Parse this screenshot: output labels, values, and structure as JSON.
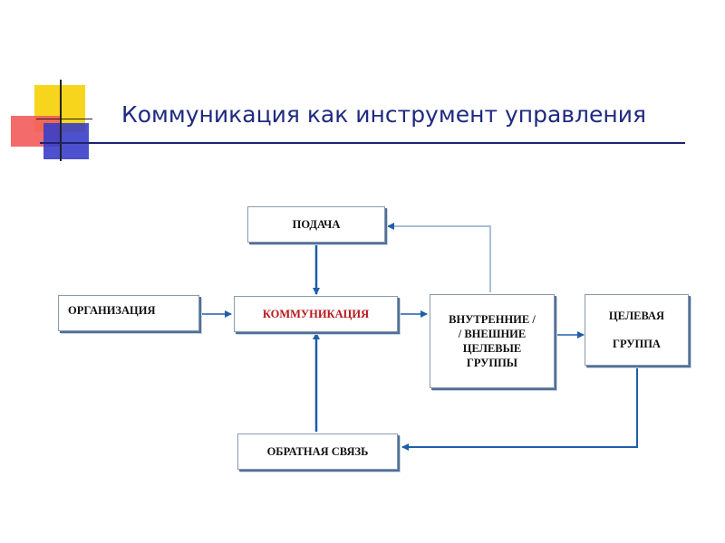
{
  "slide": {
    "title": "Коммуникация как инструмент управления"
  },
  "diagram": {
    "nodes": {
      "podacha": "ПОДАЧА",
      "organizacia": "ОРГАНИЗАЦИЯ",
      "kommunikacia": "КОММУНИКАЦИЯ",
      "vnutrennie_line1": "ВНУТРЕННИЕ /",
      "vnutrennie_line2": "/ ВНЕШНИЕ",
      "vnutrennie_line3": "ЦЕЛЕВЫЕ",
      "vnutrennie_line4": "ГРУППЫ",
      "celevaya_line1": "ЦЕЛЕВАЯ",
      "celevaya_line2": "ГРУППА",
      "obratnaya": "ОБРАТНАЯ СВЯЗЬ"
    },
    "colors": {
      "arrow": "#1f5ea8",
      "accent_text": "#b8161b",
      "title": "#1f2a80"
    }
  }
}
